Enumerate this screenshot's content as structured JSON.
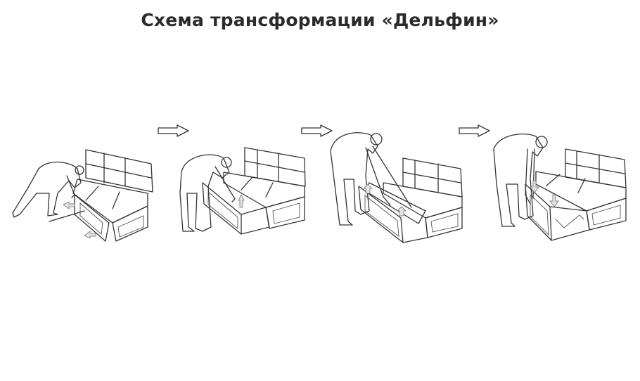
{
  "title": "Схема трансформации «Дельфин»",
  "steps": [
    {
      "index": 1,
      "description": "Person pulls the lower drawer section of the sofa forward",
      "icon": "sofa-pull-out-illustration"
    },
    {
      "index": 2,
      "description": "Person lifts the hidden dolphin block upward from inside the drawer",
      "icon": "sofa-lift-block-illustration"
    },
    {
      "index": 3,
      "description": "Person raises the dolphin block out of the drawer",
      "icon": "sofa-raise-block-illustration"
    },
    {
      "index": 4,
      "description": "Person lowers the block level with the seat forming a bed",
      "icon": "sofa-bed-illustration"
    }
  ],
  "arrows": [
    {
      "between": [
        1,
        2
      ],
      "icon": "right-arrow-icon"
    },
    {
      "between": [
        2,
        3
      ],
      "icon": "right-arrow-icon"
    },
    {
      "between": [
        3,
        4
      ],
      "icon": "right-arrow-icon"
    }
  ],
  "colors": {
    "background": "#ffffff",
    "title": "#2b2b2b",
    "line": "#333333",
    "arrow_fill": "#e4e4e4"
  }
}
